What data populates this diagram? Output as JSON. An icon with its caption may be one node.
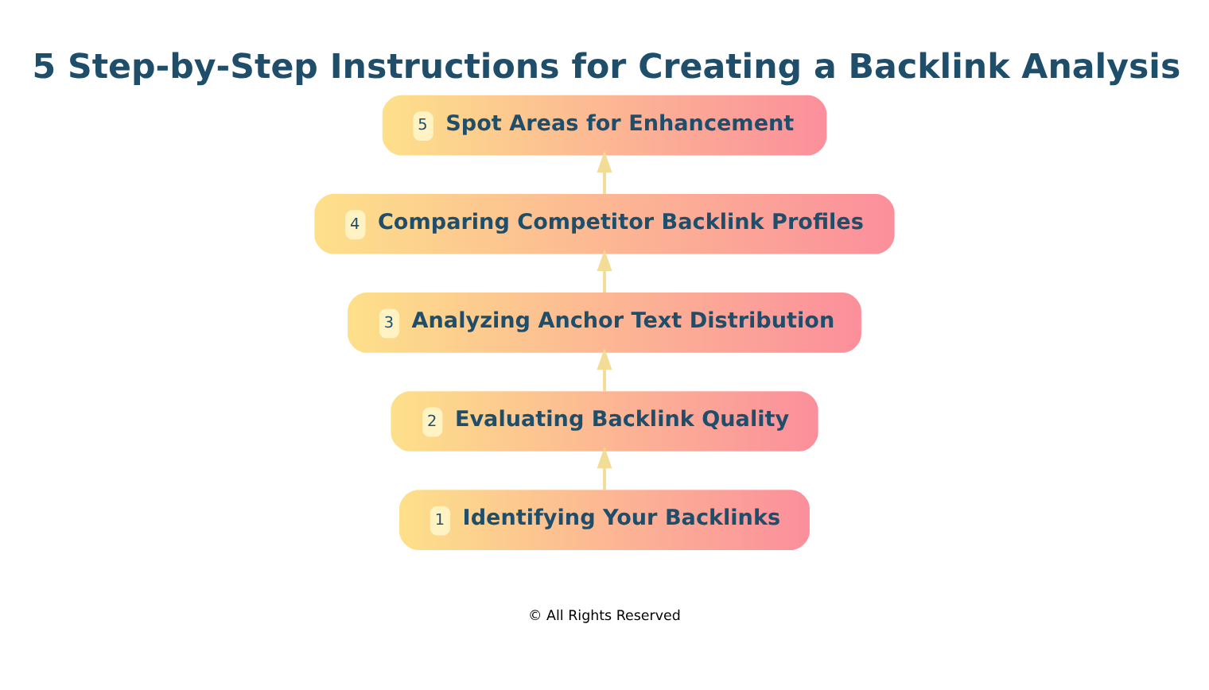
{
  "diagram": {
    "title": "5 Step-by-Step Instructions for Creating a Backlink Analysis",
    "nodes": [
      {
        "text": [
          "1",
          "Identifying Your Backlinks"
        ]
      },
      {
        "text": [
          "2",
          "Evaluating Backlink Quality"
        ]
      },
      {
        "text": [
          "3",
          "Analyzing Anchor Text Distribution"
        ]
      },
      {
        "text": [
          "4",
          "Comparing Competitor Backlink Profiles"
        ]
      },
      {
        "text": [
          "5",
          "Spot Areas for Enhancement"
        ]
      }
    ],
    "edges": [
      {
        "from": 0,
        "to": 1,
        "arrow": "to"
      },
      {
        "from": 1,
        "to": 2,
        "arrow": "to"
      },
      {
        "from": 2,
        "to": 3,
        "arrow": "to"
      },
      {
        "from": 3,
        "to": 4,
        "arrow": "to"
      }
    ],
    "labels": [
      "© All Rights Reserved"
    ]
  }
}
